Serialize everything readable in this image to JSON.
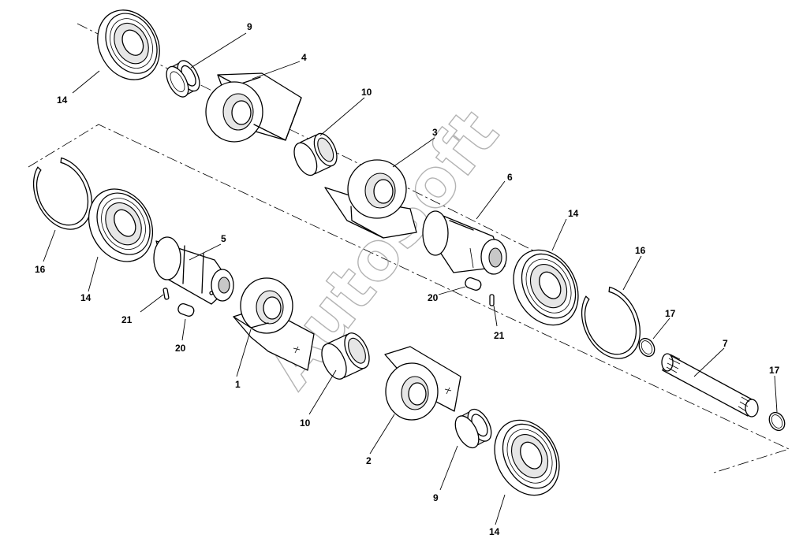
{
  "watermark": "AutoSoft",
  "callouts": [
    {
      "id": "c-14-a",
      "text": "14"
    },
    {
      "id": "c-9-a",
      "text": "9"
    },
    {
      "id": "c-4",
      "text": "4"
    },
    {
      "id": "c-10-a",
      "text": "10"
    },
    {
      "id": "c-3",
      "text": "3"
    },
    {
      "id": "c-6",
      "text": "6"
    },
    {
      "id": "c-16-a",
      "text": "16"
    },
    {
      "id": "c-14-b",
      "text": "14"
    },
    {
      "id": "c-5",
      "text": "5"
    },
    {
      "id": "c-21-a",
      "text": "21"
    },
    {
      "id": "c-20-a",
      "text": "20"
    },
    {
      "id": "c-1",
      "text": "1"
    },
    {
      "id": "c-10-b",
      "text": "10"
    },
    {
      "id": "c-2",
      "text": "2"
    },
    {
      "id": "c-9-b",
      "text": "9"
    },
    {
      "id": "c-14-c",
      "text": "14"
    },
    {
      "id": "c-20-b",
      "text": "20"
    },
    {
      "id": "c-21-b",
      "text": "21"
    },
    {
      "id": "c-14-d",
      "text": "14"
    },
    {
      "id": "c-16-b",
      "text": "16"
    },
    {
      "id": "c-17-a",
      "text": "17"
    },
    {
      "id": "c-7",
      "text": "7"
    },
    {
      "id": "c-17-b",
      "text": "17"
    }
  ]
}
